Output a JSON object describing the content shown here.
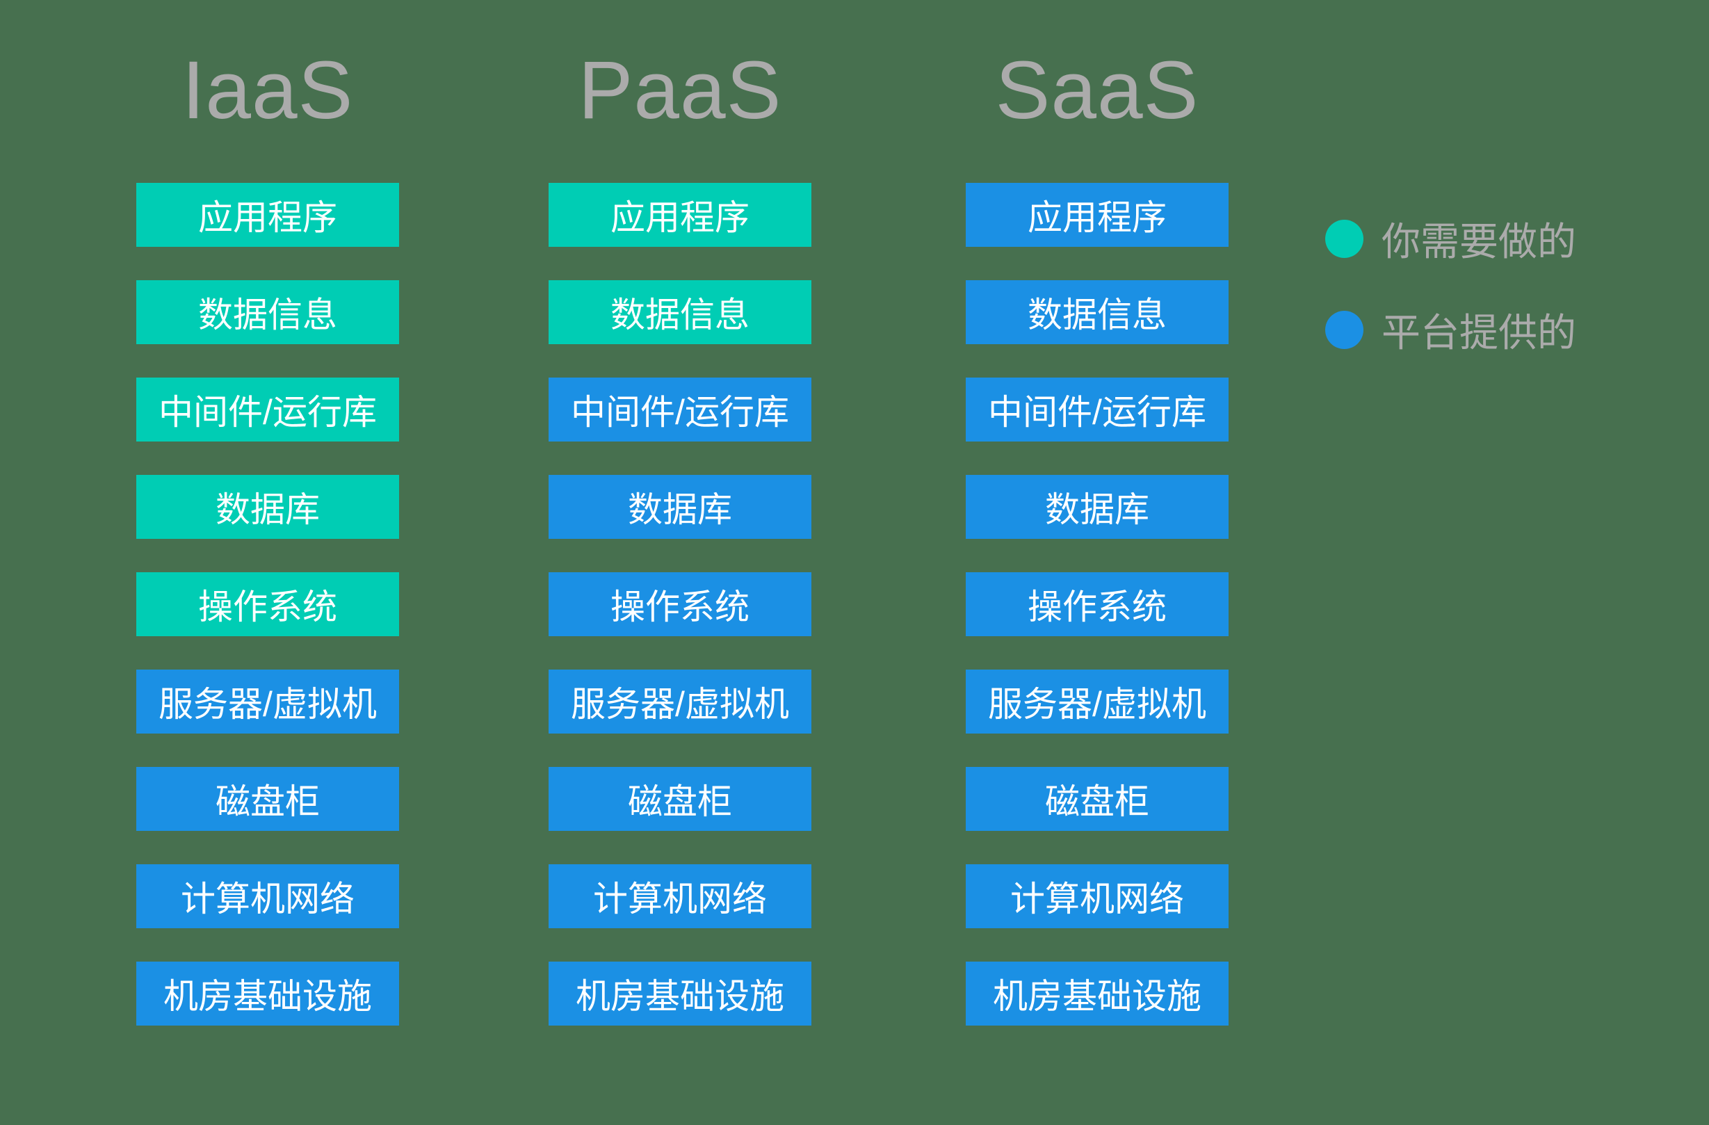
{
  "colors": {
    "background": "#47704F",
    "teal": "#00CDB4",
    "blue": "#1B90E4",
    "heading_text": "#ABABAB",
    "legend_text": "#ABABAB",
    "box_text": "#FFFFFF"
  },
  "columns": [
    {
      "heading": "IaaS",
      "rows": [
        {
          "label": "应用程序",
          "type": "teal"
        },
        {
          "label": "数据信息",
          "type": "teal"
        },
        {
          "label": "中间件/运行库",
          "type": "teal"
        },
        {
          "label": "数据库",
          "type": "teal"
        },
        {
          "label": "操作系统",
          "type": "teal"
        },
        {
          "label": "服务器/虚拟机",
          "type": "blue"
        },
        {
          "label": "磁盘柜",
          "type": "blue"
        },
        {
          "label": "计算机网络",
          "type": "blue"
        },
        {
          "label": "机房基础设施",
          "type": "blue"
        }
      ]
    },
    {
      "heading": "PaaS",
      "rows": [
        {
          "label": "应用程序",
          "type": "teal"
        },
        {
          "label": "数据信息",
          "type": "teal"
        },
        {
          "label": "中间件/运行库",
          "type": "blue"
        },
        {
          "label": "数据库",
          "type": "blue"
        },
        {
          "label": "操作系统",
          "type": "blue"
        },
        {
          "label": "服务器/虚拟机",
          "type": "blue"
        },
        {
          "label": "磁盘柜",
          "type": "blue"
        },
        {
          "label": "计算机网络",
          "type": "blue"
        },
        {
          "label": "机房基础设施",
          "type": "blue"
        }
      ]
    },
    {
      "heading": "SaaS",
      "rows": [
        {
          "label": "应用程序",
          "type": "blue"
        },
        {
          "label": "数据信息",
          "type": "blue"
        },
        {
          "label": "中间件/运行库",
          "type": "blue"
        },
        {
          "label": "数据库",
          "type": "blue"
        },
        {
          "label": "操作系统",
          "type": "blue"
        },
        {
          "label": "服务器/虚拟机",
          "type": "blue"
        },
        {
          "label": "磁盘柜",
          "type": "blue"
        },
        {
          "label": "计算机网络",
          "type": "blue"
        },
        {
          "label": "机房基础设施",
          "type": "blue"
        }
      ]
    }
  ],
  "legend": [
    {
      "label": "你需要做的",
      "color": "teal"
    },
    {
      "label": "平台提供的",
      "color": "blue"
    }
  ]
}
